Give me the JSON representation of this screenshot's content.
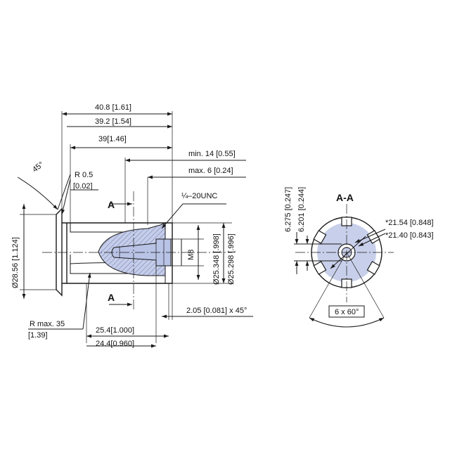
{
  "drawing": {
    "colors": {
      "line": "#1a1a1a",
      "hatch_fill": "#c5cde8",
      "hatch_stroke": "#6b7ab8",
      "text": "#111111"
    },
    "side_view": {
      "overall_length": "40.8 [1.61]",
      "body_length": "39.2 [1.54]",
      "keyway_length": "39[1.46]",
      "min_length": "min. 14 [0.55]",
      "max_length": "max. 6 [0.24]",
      "angle": "45°",
      "radius_1": "R 0.5",
      "radius_1_in": "[0.02]",
      "thread": "¼–20UNC",
      "section_mark_top": "A",
      "section_mark_bottom": "A",
      "diameter_outer": "Ø28.56 [1.124]",
      "diameter_thread": "M8",
      "diameter_1": "Ø25.348 [.998]",
      "diameter_2": "Ø25.298 [.996]",
      "radius_max": "R max. 35",
      "radius_max_in": "[1.39]",
      "chamfer": "2.05 [0.081] x 45°",
      "length_1": "25.4[1.000]",
      "length_2": "24.4[0.960]"
    },
    "section_view": {
      "title": "A-A",
      "dim_1": "6.275 [0.247]",
      "dim_2": "6.201 [0.244]",
      "dia_1": "*21.54 [0.848]",
      "dia_2": "*21.40 [0.843]",
      "spline": "6 x 60°"
    }
  }
}
